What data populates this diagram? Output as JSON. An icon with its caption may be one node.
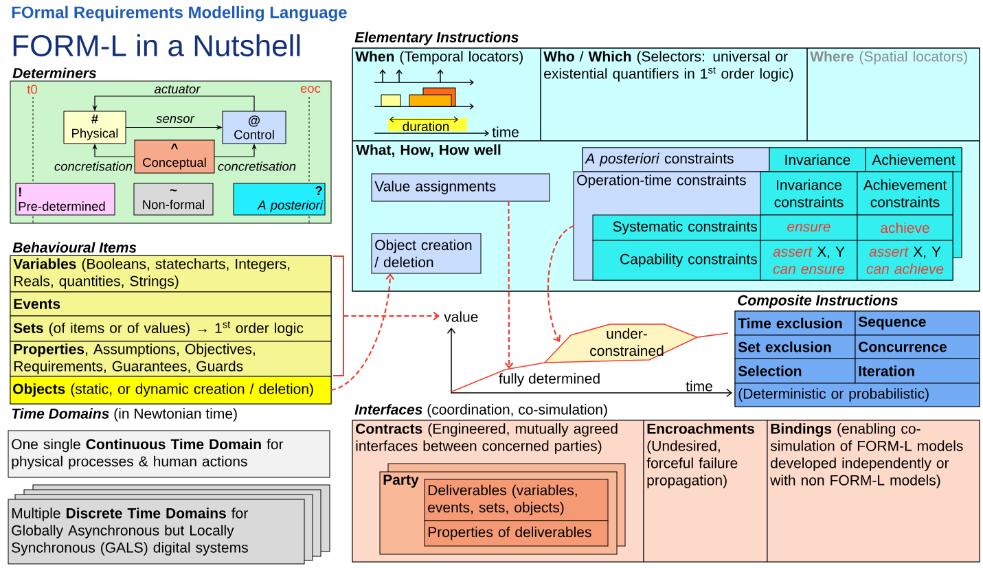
{
  "diagram": {
    "title": "FORM-L in a Nutshell",
    "nodes": [
      {
        "text": [
          "Determiners"
        ]
      },
      {
        "text": [
          "#",
          "Physical"
        ],
        "in": 0
      },
      {
        "text": [
          "@",
          "Control"
        ],
        "in": 0
      },
      {
        "text": [
          "^",
          "Conceptual"
        ],
        "in": 0
      },
      {
        "text": [
          "!",
          "Pre-determined"
        ],
        "in": 0
      },
      {
        "text": [
          "~",
          "Non-formal"
        ],
        "in": 0
      },
      {
        "text": [
          "?",
          "A posteriori"
        ],
        "in": 0
      },
      {
        "text": [
          "Behavioural Items"
        ]
      },
      {
        "text": [
          "**Variables** (Booleans, statecharts, Integers, Reals, quantities, Strings)"
        ],
        "in": 7
      },
      {
        "text": [
          "Events"
        ],
        "in": 7
      },
      {
        "text": [
          "**Sets** (of items or of values) → 1$^{st}$ order logic"
        ],
        "in": 7
      },
      {
        "text": [
          "**Properties**, Assumptions, Objectives, Requirements, Guarantees, Guards"
        ],
        "in": 7
      },
      {
        "text": [
          "**Objects** (static, or dynamic creation / deletion)"
        ],
        "in": 7
      },
      {
        "text": [
          "One single **Continuous Time Domain** for physical processes & human actions"
        ]
      },
      {
        "text": [
          "Multiple **Discrete Time Domains** for Globally Asynchronous but Locally Synchronous (GALS) digital systems"
        ]
      },
      {
        "text": [
          "Elementary Instructions"
        ]
      },
      {
        "text": [
          "**When** (Temporal locators)"
        ],
        "in": 15
      },
      {
        "text": [
          "**Who** / **Which** (Selectors: universal or existential quantifiers in 1$^{st}$ order logic)"
        ],
        "in": 15
      },
      {
        "text": [
          "**Where** (Spatial locators)"
        ],
        "in": 15
      },
      {
        "text": [
          "What, How, How well"
        ],
        "in": 15
      },
      {
        "text": [
          "Value assignments"
        ],
        "in": 19
      },
      {
        "text": [
          "Object creation / deletion"
        ],
        "in": 19
      },
      {
        "text": [
          "*A posteriori* constraints"
        ],
        "in": 19
      },
      {
        "text": [
          "Invariance"
        ],
        "in": 22
      },
      {
        "text": [
          "Achievement"
        ],
        "in": 22
      },
      {
        "text": [
          "Operation-time constraints"
        ],
        "in": 19
      },
      {
        "text": [
          "Invariance constraints"
        ]
      },
      {
        "text": [
          "Achievement constraints"
        ]
      },
      {
        "text": [
          "Systematic constraints"
        ]
      },
      {
        "text": [
          "ensure"
        ]
      },
      {
        "text": [
          "achieve"
        ]
      },
      {
        "text": [
          "Capability constraints"
        ],
        "in": 25
      },
      {
        "text": [
          "*assert* X, Y *can ensure*"
        ],
        "in": 25
      },
      {
        "text": [
          "*assert* X, Y *can achieve*"
        ],
        "in": 25
      },
      {
        "text": [],
        "shape": "picture"
      },
      {
        "text": [
          "under-constrained"
        ],
        "in": 34
      },
      {
        "text": [
          "Composite Instructions"
        ]
      },
      {
        "text": [
          "Time exclusion"
        ],
        "in": 36
      },
      {
        "text": [
          "Sequence"
        ],
        "in": 36
      },
      {
        "text": [
          "Set exclusion"
        ],
        "in": 36
      },
      {
        "text": [
          "Concurrence"
        ],
        "in": 36
      },
      {
        "text": [
          "Selection"
        ],
        "in": 36
      },
      {
        "text": [
          "Iteration"
        ],
        "in": 36
      },
      {
        "text": [
          "(Deterministic or probabilistic)"
        ],
        "in": 36
      },
      {
        "text": [
          "*Interfaces* (coordination, co-simulation)"
        ]
      },
      {
        "text": [
          "**Contracts** (Engineered, mutually agreed interfaces between concerned parties)"
        ],
        "in": 44
      },
      {
        "text": [
          "Party"
        ],
        "in": 45
      },
      {
        "text": [
          "Deliverables (variables, events, sets, objects)"
        ],
        "in": 46
      },
      {
        "text": [
          "Properties of deliverables"
        ],
        "in": 46
      },
      {
        "text": [
          "**Encroachments** (Undesired, forceful failure propagation)"
        ],
        "in": 44
      },
      {
        "text": [
          "**Bindings** (enabling co-simulation of FORM-L models developed independently or with non FORM-L models)"
        ],
        "in": 44
      },
      {
        "text": [],
        "shape": "bracket"
      }
    ],
    "edges": [
      {
        "from": 2,
        "to": 1,
        "arrow": "to",
        "label": "actuator",
        "color": "#000000"
      },
      {
        "from": 1,
        "to": 2,
        "arrow": "to",
        "label": "sensor",
        "color": "#000000"
      },
      {
        "from": 3,
        "to": 1,
        "arrow": "to",
        "label": "concretisation",
        "color": "#000000"
      },
      {
        "from": 3,
        "to": 2,
        "arrow": "to",
        "label": "concretisation",
        "color": "#000000"
      },
      {
        "from": 51,
        "to": 34,
        "arrow": "to",
        "style": "dashed",
        "color": "#f03c2e"
      },
      {
        "from": 12,
        "to": 21,
        "arrow": "to",
        "style": "dashed",
        "color": "#f03c2e"
      },
      {
        "from": 20,
        "to": 34,
        "arrow": "to",
        "style": "dashed",
        "color": "#f03c2e"
      },
      {
        "from": 25,
        "to": 35,
        "arrow": "to",
        "style": "dashed",
        "color": "#f03c2e"
      }
    ],
    "labels": [
      "FOrmal Requirements Modelling Language",
      "t0",
      "eoc",
      "duration",
      "time",
      "value",
      "fully determined",
      "time",
      "*Time Domains* (in Newtonian time)"
    ]
  }
}
